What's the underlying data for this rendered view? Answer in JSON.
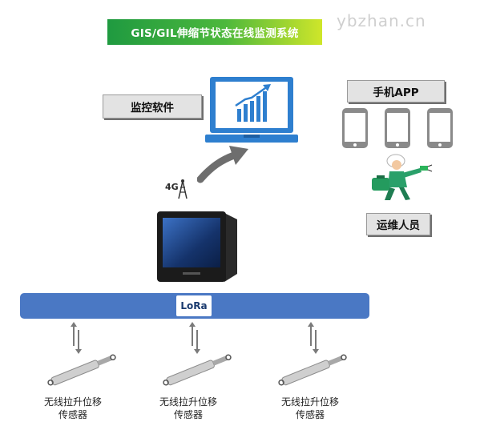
{
  "title": "GIS/GIL伸缩节状态在线监测系统",
  "watermark": "ybzhan.cn",
  "monitor_software_label": "监控软件",
  "mobile_app_label": "手机APP",
  "maintenance_label": "运维人员",
  "network_label": "4G",
  "lora_label": "LoRa",
  "sensors": [
    {
      "line1": "无线拉升位移",
      "line2": "传感器"
    },
    {
      "line1": "无线拉升位移",
      "line2": "传感器"
    },
    {
      "line1": "无线拉升位移",
      "line2": "传感器"
    }
  ],
  "colors": {
    "monitor_blue": "#2e7fcf",
    "bus_blue": "#4a78c4",
    "phone_gray": "#8a8a8a"
  }
}
